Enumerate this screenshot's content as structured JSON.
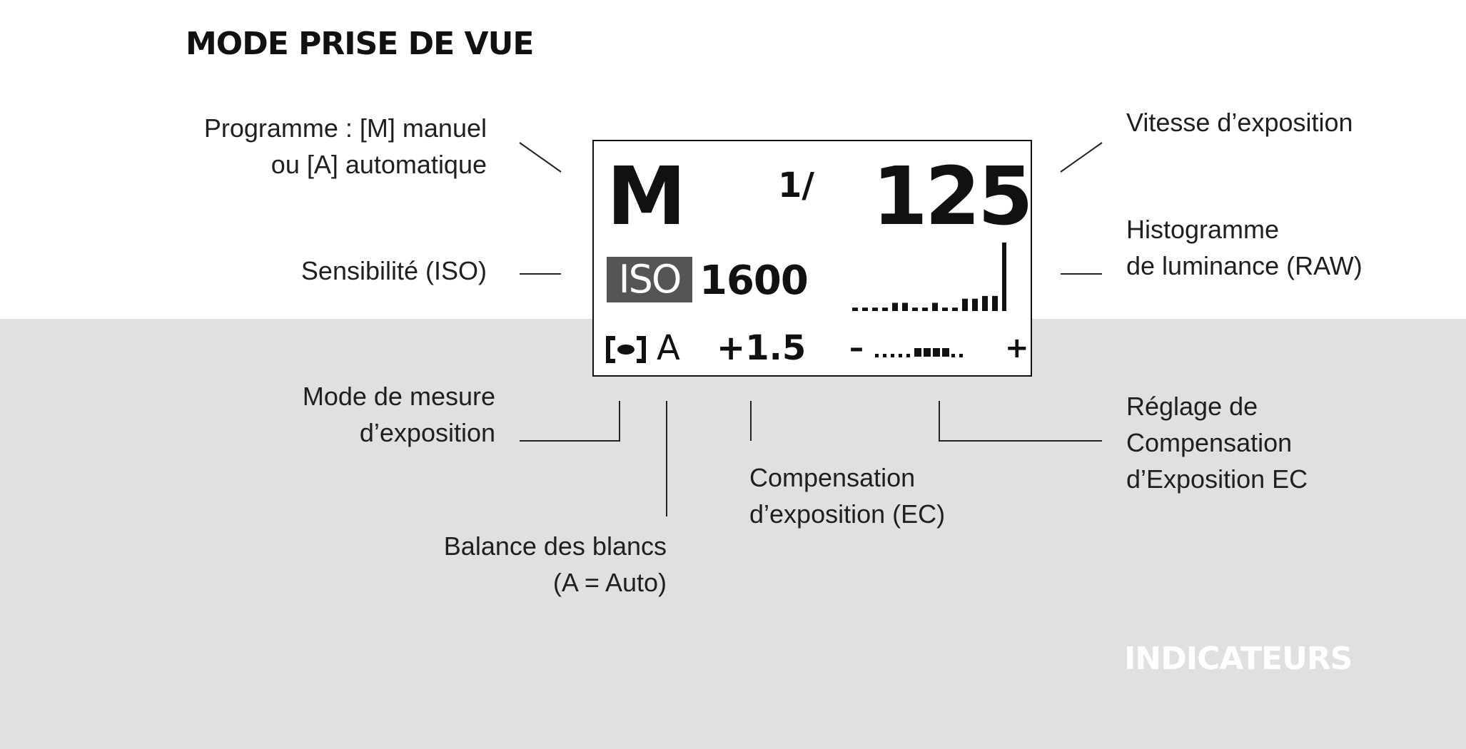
{
  "header": {
    "title": "MODE PRISE DE VUE"
  },
  "footer": {
    "title": "INDICATEURS"
  },
  "labels": {
    "program": [
      "Programme : [M] manuel",
      "ou [A] automatique"
    ],
    "sensitivity": [
      "Sensibilité (ISO)"
    ],
    "metering": [
      "Mode de mesure",
      "d’exposition"
    ],
    "white_balance": [
      "Balance des blancs",
      "(A = Auto)"
    ],
    "exposure_comp": [
      "Compensation",
      "d’exposition (EC)"
    ],
    "shutter_speed": [
      "Vitesse d’exposition"
    ],
    "histogram": [
      "Histogramme",
      "de luminance (RAW)"
    ],
    "ec_setting": [
      "Réglage de",
      "Compensation",
      "d’Exposition EC"
    ]
  },
  "lcd": {
    "mode": "M",
    "shutter_numerator": "1/",
    "shutter_denominator": "125",
    "iso_label": "ISO",
    "iso_value": "1600",
    "white_balance": "A",
    "exposure_compensation": "+1.5",
    "ec_minus": "–",
    "ec_plus": "+",
    "histogram_levels": [
      0.05,
      0.05,
      0.05,
      0.05,
      0.12,
      0.12,
      0.05,
      0.05,
      0.12,
      0.05,
      0.05,
      0.18,
      0.18,
      0.22,
      0.22,
      1.0
    ],
    "ec_scale_marks": [
      "dot",
      "dot",
      "dot",
      "dot",
      "dot",
      "bar",
      "bar",
      "bar",
      "bar",
      "dot",
      "dot"
    ]
  }
}
